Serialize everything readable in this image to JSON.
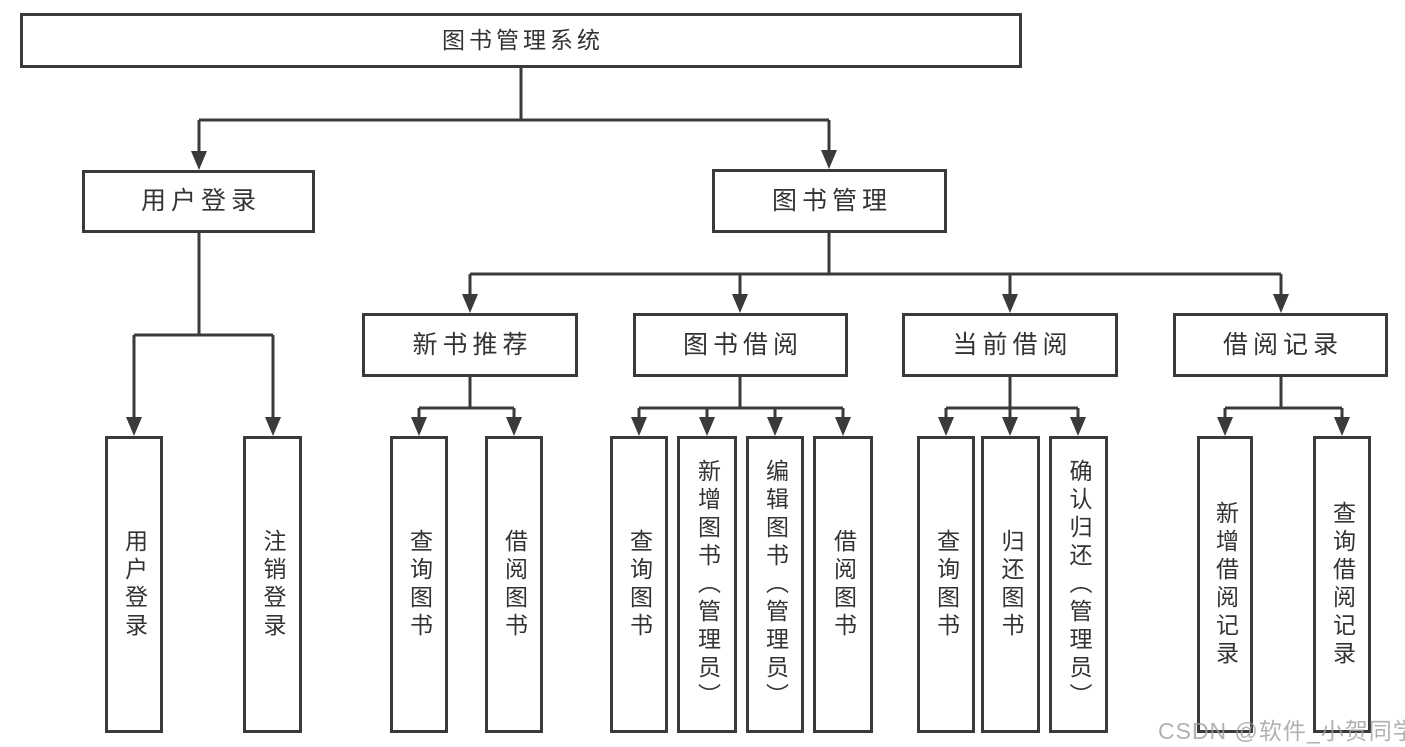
{
  "tree": {
    "root": "图书管理系统",
    "branches": [
      {
        "label": "用户登录",
        "leaves": [
          "用户登录",
          "注销登录"
        ]
      },
      {
        "label": "图书管理",
        "sections": [
          {
            "label": "新书推荐",
            "leaves": [
              "查询图书",
              "借阅图书"
            ]
          },
          {
            "label": "图书借阅",
            "leaves": [
              "查询图书",
              "新增图书（管理员）",
              "编辑图书（管理员）",
              "借阅图书"
            ]
          },
          {
            "label": "当前借阅",
            "leaves": [
              "查询图书",
              "归还图书",
              "确认归还（管理员）"
            ]
          },
          {
            "label": "借阅记录",
            "leaves": [
              "新增借阅记录",
              "查询借阅记录"
            ]
          }
        ]
      }
    ]
  },
  "watermark": "CSDN @软件_小贺同学",
  "colors": {
    "line": "#3a3a3a",
    "text": "#333333",
    "background": "#ffffff",
    "watermark": "#9e9e9e"
  }
}
